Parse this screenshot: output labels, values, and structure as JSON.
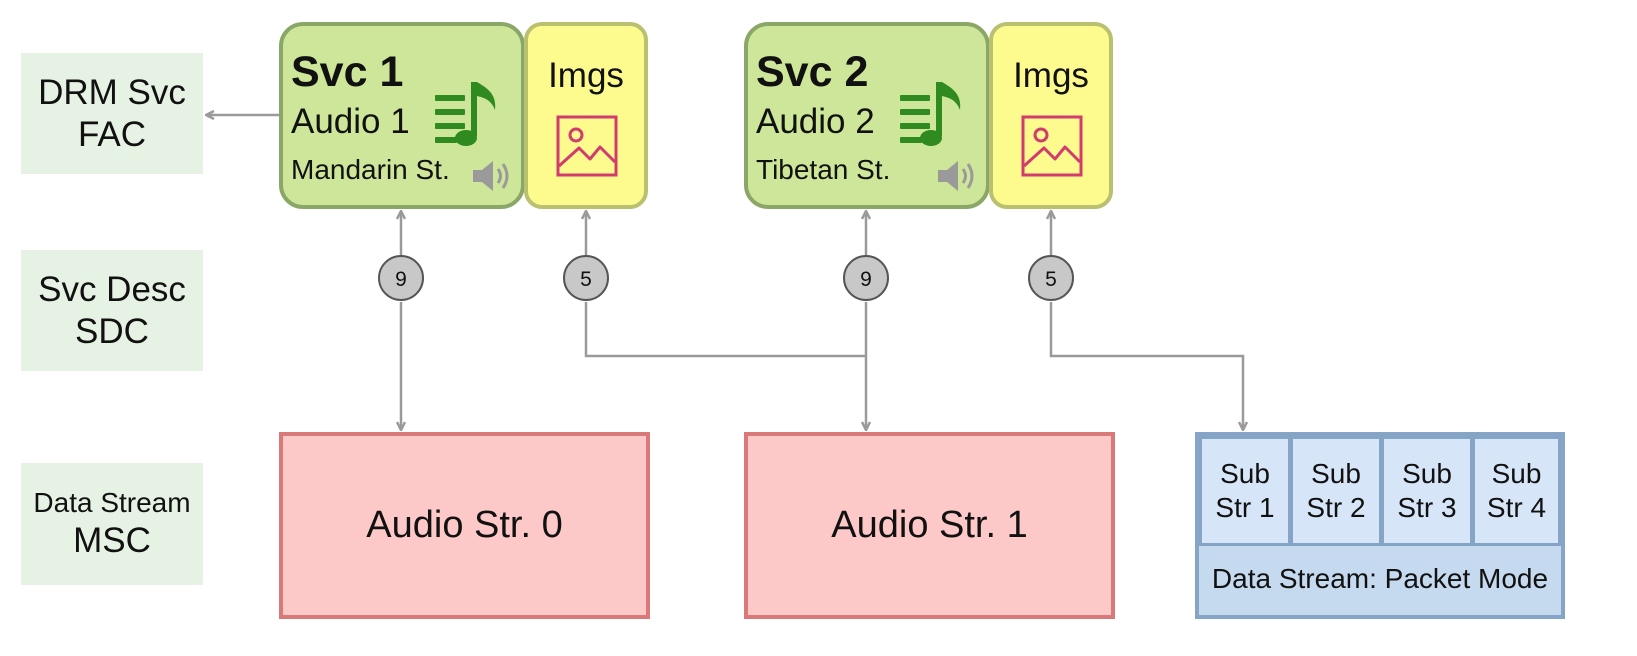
{
  "layers": [
    {
      "line1": "DRM Svc",
      "line2": "FAC"
    },
    {
      "line1": "Svc Desc",
      "line2": "SDC"
    },
    {
      "line1": "Data Stream",
      "line2": "MSC"
    }
  ],
  "services": [
    {
      "title": "Svc 1",
      "audio": "Audio 1",
      "language": "Mandarin St.",
      "imgs_label": "Imgs",
      "audio_count": "9",
      "imgs_count": "5"
    },
    {
      "title": "Svc 2",
      "audio": "Audio 2",
      "language": "Tibetan St.",
      "imgs_label": "Imgs",
      "audio_count": "9",
      "imgs_count": "5"
    }
  ],
  "streams": {
    "audio": [
      "Audio Str. 0",
      "Audio Str. 1"
    ],
    "substreams": [
      {
        "line1": "Sub",
        "line2": "Str 1"
      },
      {
        "line1": "Sub",
        "line2": "Str 2"
      },
      {
        "line1": "Sub",
        "line2": "Str 3"
      },
      {
        "line1": "Sub",
        "line2": "Str 4"
      }
    ],
    "packet_mode": "Data Stream: Packet Mode"
  },
  "icons": [
    "music-note-icon",
    "image-icon",
    "speaker-icon"
  ],
  "colors": {
    "service_fill": "#cde699",
    "service_border": "#8ba768",
    "imgs_fill": "#fdfb8d",
    "audio_stream_fill": "#fcc9c8",
    "audio_stream_border": "#d9797a",
    "data_stream_fill": "#c5d9ef",
    "data_stream_border": "#86a4c6",
    "layer_label_fill": "#e6f2e3",
    "connector": "#9a9a9a",
    "count_badge": "#c8c8c8",
    "note_icon": "#2f8a1f",
    "image_icon": "#d23b6e"
  }
}
